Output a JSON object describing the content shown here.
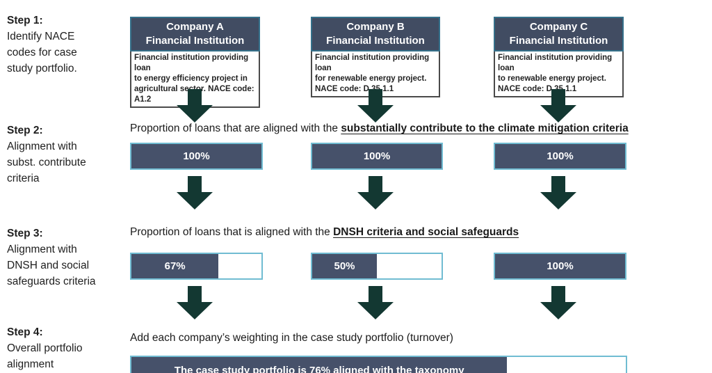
{
  "colors": {
    "box_navy": "#46516A",
    "header_navy": "#414C62",
    "arrow_dark_teal": "#133832",
    "bar_border_teal": "#70BCD2",
    "header_border_teal": "#35708A",
    "text_dark": "#202020"
  },
  "steps": [
    {
      "title": "Step 1:",
      "desc": "Identify NACE\ncodes for case\nstudy portfolio."
    },
    {
      "title": "Step 2:",
      "desc": "Alignment with\nsubst. contribute\ncriteria"
    },
    {
      "title": "Step 3:",
      "desc": "Alignment with\nDNSH and social\nsafeguards criteria"
    },
    {
      "title": "Step 4:",
      "desc": "Overall portfolio\nalignment"
    }
  ],
  "companies": [
    {
      "name": "Company A",
      "subtitle": "Financial Institution",
      "description": "Financial institution providing loan\nto energy efficiency project in\nagricultural sector. NACE code: A1.2",
      "step2": {
        "label": "100%",
        "fill": 100
      },
      "step3": {
        "label": "67%",
        "fill": 67
      }
    },
    {
      "name": "Company B",
      "subtitle": "Financial Institution",
      "description": "Financial institution providing loan\nfor renewable energy project.\nNACE code: D.35.1.1",
      "step2": {
        "label": "100%",
        "fill": 100
      },
      "step3": {
        "label": "50%",
        "fill": 50
      }
    },
    {
      "name": "Company C",
      "subtitle": "Financial Institution",
      "description": "Financial institution providing loan\nto renewable energy project.\nNACE code: D.35.1.1",
      "step2": {
        "label": "100%",
        "fill": 100
      },
      "step3": {
        "label": "100%",
        "fill": 100
      }
    }
  ],
  "headings": {
    "step2_prefix": "Proportion of loans that are aligned with the ",
    "step2_emphasis": "substantially contribute to the climate mitigation criteria",
    "step3_prefix": "Proportion of loans that is aligned with the ",
    "step3_emphasis": "DNSH criteria and social safeguards",
    "step4": "Add each company’s weighting in the case study portfolio (turnover)"
  },
  "result": {
    "label": "The case study portfolio is 76% aligned with the taxonomy",
    "fill": 76
  }
}
